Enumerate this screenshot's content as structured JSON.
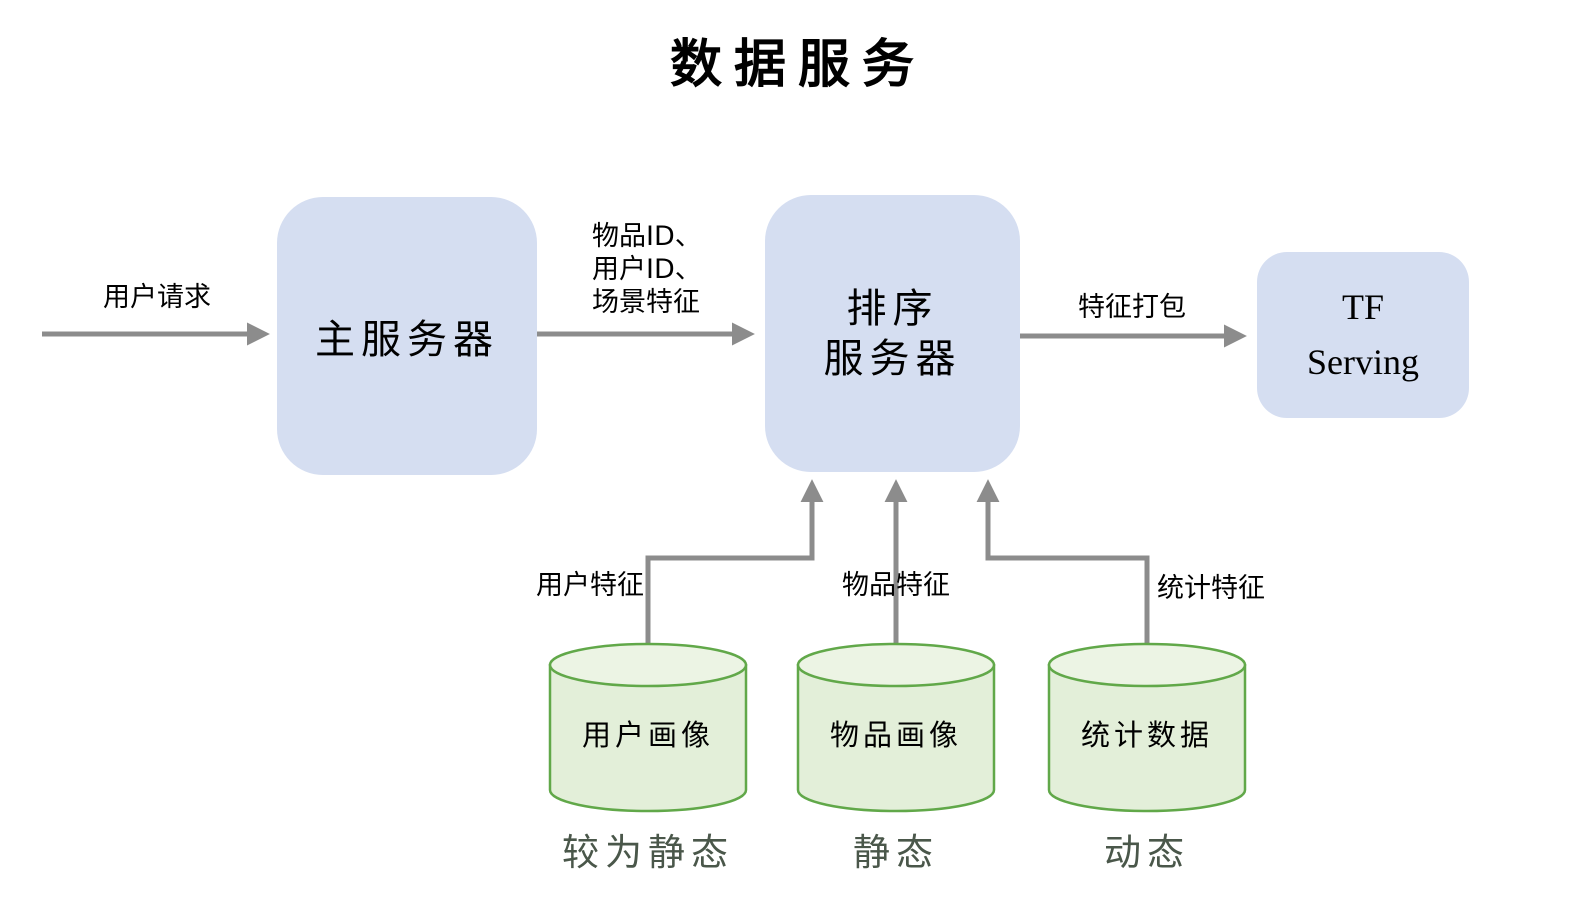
{
  "title": "数据服务",
  "nodes": {
    "main_server": {
      "label": "主服务器"
    },
    "rank_server": {
      "label_line1": "排序",
      "label_line2": "服务器"
    },
    "tf_serving": {
      "label_line1": "TF",
      "label_line2": "Serving"
    }
  },
  "edges": {
    "user_request": {
      "label": "用户请求"
    },
    "ids_features": {
      "lines": [
        "物品ID、",
        "用户ID、",
        "场景特征"
      ]
    },
    "feature_pack": {
      "label": "特征打包"
    },
    "user_features": {
      "label": "用户特征"
    },
    "item_features": {
      "label": "物品特征"
    },
    "stat_features": {
      "label": "统计特征"
    }
  },
  "databases": [
    {
      "label": "用户画像",
      "caption": "较为静态"
    },
    {
      "label": "物品画像",
      "caption": "静态"
    },
    {
      "label": "统计数据",
      "caption": "动态"
    }
  ],
  "colors": {
    "node_fill": "#d5def1",
    "arrow": "#8c8c8c",
    "cylinder_fill": "#e3efd9",
    "cylinder_top_fill": "#ecf4e4",
    "cylinder_stroke": "#61a849",
    "caption_text": "#4a574a",
    "text": "#000000",
    "background": "#ffffff"
  }
}
